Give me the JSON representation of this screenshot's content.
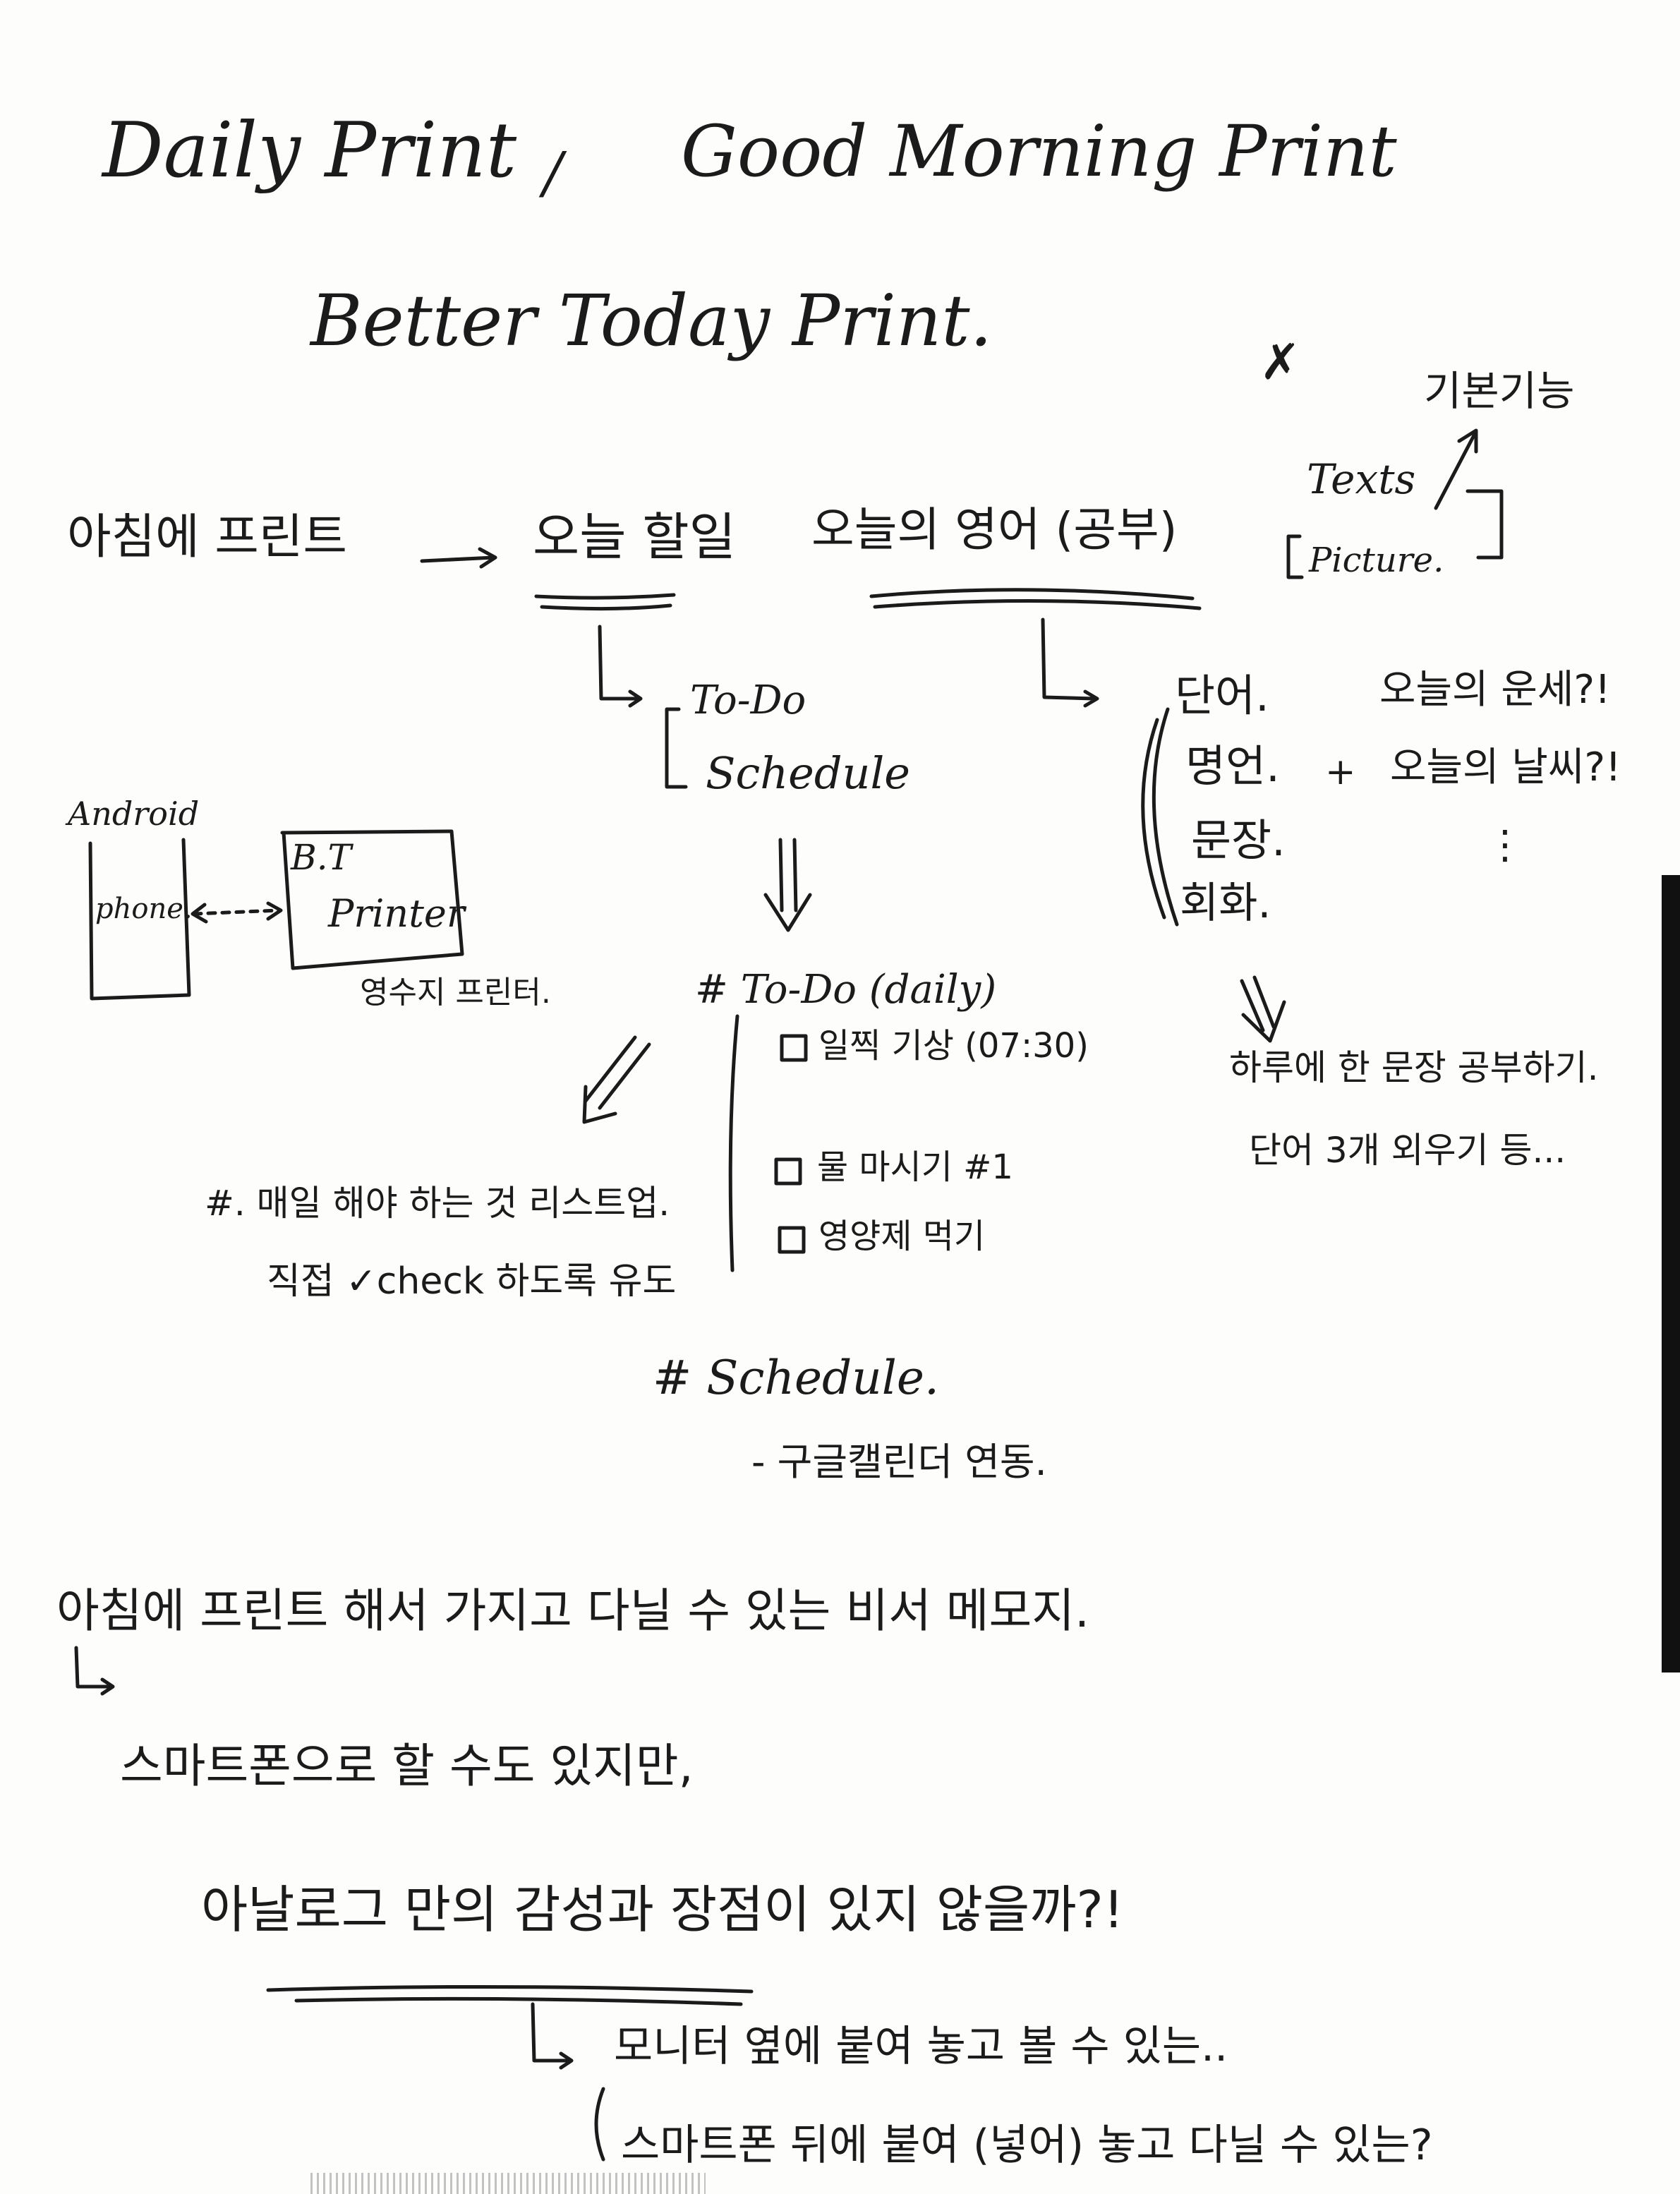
{
  "titles": {
    "daily_print": "Daily Print",
    "slash": "/",
    "good_morning_print": "Good Morning Print",
    "better_today_print": "Better Today Print."
  },
  "top_right": {
    "x_mark": "✗",
    "basic_function": "기본기능",
    "texts": "Texts",
    "picture": "Picture."
  },
  "main_line": {
    "morning_print": "아침에 프린트",
    "today_todo": "오늘 할일",
    "today_english": "오늘의 영어 (공부)"
  },
  "todo_branch": {
    "todo": "To-Do",
    "schedule": "Schedule"
  },
  "english_branch": {
    "items": [
      "단어.",
      "명언.",
      "문장.",
      "회화."
    ],
    "plus": "+",
    "fortune": "오늘의 운세?!",
    "weather": "오늘의 날씨?!",
    "dots": "⋮"
  },
  "device": {
    "android": "Android",
    "phone": "phone.",
    "bt": "B.T",
    "printer": "Printer",
    "receipt_printer": "영수지 프린터."
  },
  "todo_daily": {
    "heading": "# To-Do (daily)",
    "items": [
      "일찍 기상 (07:30)",
      "물 마시기 #1",
      "영양제 먹기"
    ]
  },
  "daily_list_note": {
    "line1": "#. 매일 해야 하는 것 리스트업.",
    "line2": "직접 ✓check 하도록 유도"
  },
  "english_note": {
    "line1": "하루에 한 문장 공부하기.",
    "line2": "단어 3개 외우기 등..."
  },
  "schedule_section": {
    "heading": "# Schedule.",
    "item": "- 구글캘린더 연동."
  },
  "bottom_notes": {
    "line1": "아침에 프린트 해서 가지고 다닐 수 있는 비서 메모지.",
    "line2": "스마트폰으로 할 수도 있지만,",
    "line3": "아날로그 만의 감성과 장점이 있지 않을까?!",
    "line4": "모니터 옆에 붙여 놓고 볼 수 있는..",
    "line5": "스마트폰 뒤에 붙여 (넣어) 놓고 다닐 수 있는?"
  }
}
